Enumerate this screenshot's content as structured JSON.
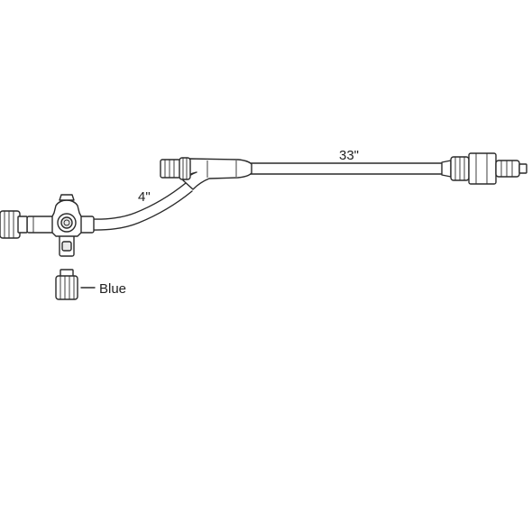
{
  "labels": {
    "long_length": "33\"",
    "short_length": "4\"",
    "cap_color": "Blue"
  },
  "colors": {
    "line": "#2a2a2a",
    "background": "#ffffff",
    "text": "#222222"
  }
}
